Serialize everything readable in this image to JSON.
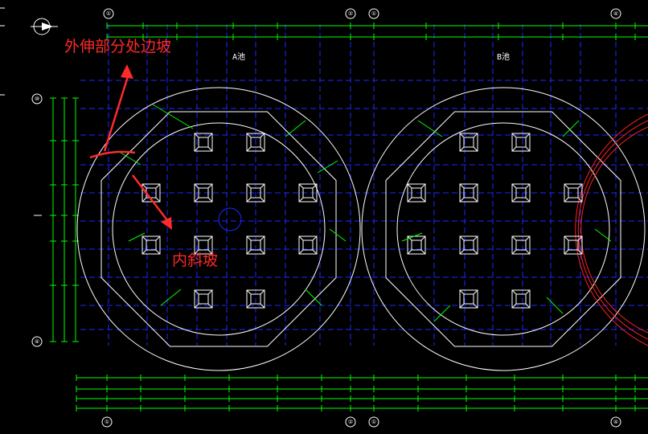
{
  "annotations": {
    "outer_slope": "外伸部分处边坡",
    "inner_slope": "内斜坡"
  },
  "tank_labels": {
    "tank_a": "A池",
    "tank_b": "B池"
  },
  "axis_bubbles": {
    "top": [
      "①",
      "②",
      "①",
      "④"
    ],
    "bottom": [
      "①",
      "②",
      "①",
      "④"
    ],
    "left": [
      "⑩",
      "④"
    ]
  },
  "colors": {
    "background": "#000000",
    "circle": "#ffffff",
    "grid": "#1e28ff",
    "dimension": "#00ff00",
    "leader": "#00ff00",
    "annotation": "#ff2a2a",
    "hatch": "#ff2020"
  }
}
